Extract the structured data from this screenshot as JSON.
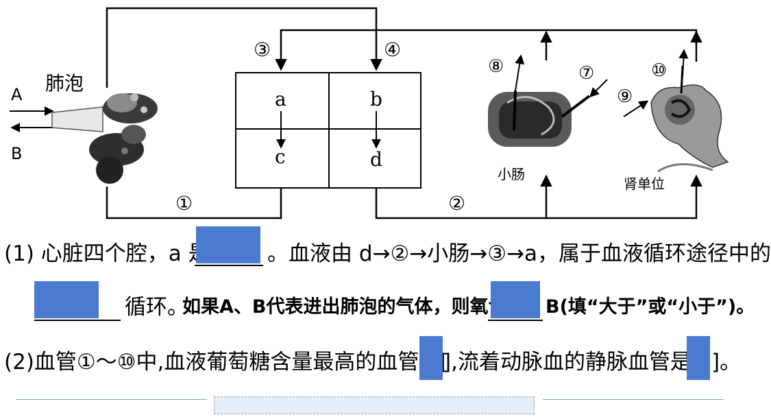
{
  "diagram": {
    "labels": {
      "alveoli": "肺泡",
      "gas_in": "A",
      "gas_out": "B",
      "chamber_a": "a",
      "chamber_b": "b",
      "chamber_c": "c",
      "chamber_d": "d",
      "small_intestine": "小肠",
      "nephron": "肾单位"
    },
    "vessels": {
      "v1": "①",
      "v2": "②",
      "v3": "③",
      "v4": "④",
      "v7": "⑦",
      "v8": "⑧",
      "v9": "⑨",
      "v10": "⑩"
    }
  },
  "questions": {
    "q1_line1_pre": "(1) 心脏四个腔，a 是",
    "q1_line1_post": "。血液由 d→②→小肠→③→a，属于血液循环途径中的",
    "q1_line2_mid": "循环。",
    "q1_line2_bold": "如果A、B代表进出肺泡的气体，则氧含量A",
    "q1_line2_end": "B(填“大于”或“小于”)。",
    "q2_pre": "(2)血管①～⑩中,血液葡萄糖含量最高的血管是[",
    "q2_mid": "],流着动脉血的静脉血管是[",
    "q2_end": "]。"
  },
  "colors": {
    "redaction": "#4a7bd0",
    "footer_line": "#6fb0b0"
  }
}
